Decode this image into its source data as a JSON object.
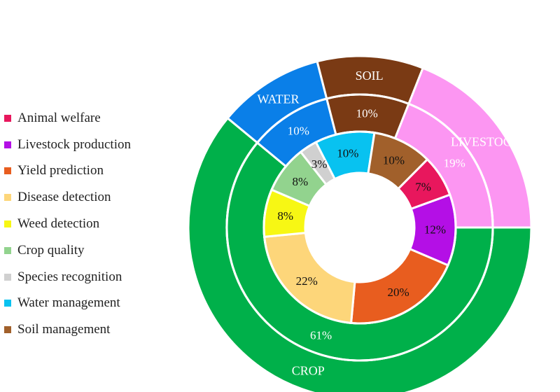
{
  "chart_data": {
    "type": "pie",
    "subtype": "multi-level donut (sunburst)",
    "legend_position": "left",
    "legend": [
      {
        "label": "Animal welfare",
        "color": "#e8175d"
      },
      {
        "label": "Livestock production",
        "color": "#b40fe6"
      },
      {
        "label": "Yield prediction",
        "color": "#e85d1f"
      },
      {
        "label": "Disease detection",
        "color": "#fdd67a"
      },
      {
        "label": "Weed detection",
        "color": "#f7f714"
      },
      {
        "label": "Crop quality",
        "color": "#92d38e"
      },
      {
        "label": "Species recognition",
        "color": "#d0d0d0"
      },
      {
        "label": "Water management",
        "color": "#08c2f0"
      },
      {
        "label": "Soil management",
        "color": "#a1602b"
      }
    ],
    "inner_ring": [
      {
        "name": "Livestock production",
        "value": 12,
        "label": "12%",
        "color": "#b40fe6"
      },
      {
        "name": "Yield prediction",
        "value": 20,
        "label": "20%",
        "color": "#e85d1f"
      },
      {
        "name": "Disease detection",
        "value": 22,
        "label": "22%",
        "color": "#fdd67a"
      },
      {
        "name": "Weed detection",
        "value": 8,
        "label": "8%",
        "color": "#f7f714"
      },
      {
        "name": "Crop quality",
        "value": 8,
        "label": "8%",
        "color": "#92d38e"
      },
      {
        "name": "Species recognition",
        "value": 3,
        "label": "3%",
        "color": "#d0d0d0"
      },
      {
        "name": "Water management",
        "value": 10,
        "label": "10%",
        "color": "#08c2f0"
      },
      {
        "name": "Soil management",
        "value": 10,
        "label": "10%",
        "color": "#a1602b"
      },
      {
        "name": "Animal welfare",
        "value": 7,
        "label": "7%",
        "color": "#e8175d"
      }
    ],
    "middle_ring": [
      {
        "name": "CROP",
        "value": 61,
        "label": "61%",
        "color": "#00b04a"
      },
      {
        "name": "WATER",
        "value": 10,
        "label": "10%",
        "color": "#0a7fe8"
      },
      {
        "name": "SOIL",
        "value": 10,
        "label": "10%",
        "color": "#7a3a14"
      },
      {
        "name": "LIVESTOCK",
        "value": 19,
        "label": "19%",
        "color": "#fc96f2"
      }
    ],
    "outer_ring": [
      {
        "name": "CROP",
        "value": 61,
        "label": "CROP",
        "color": "#00b04a"
      },
      {
        "name": "WATER",
        "value": 10,
        "label": "WATER",
        "color": "#0a7fe8"
      },
      {
        "name": "SOIL",
        "value": 10,
        "label": "SOIL",
        "color": "#7a3a14"
      },
      {
        "name": "LIVESTOCK",
        "value": 19,
        "label": "LIVESTOCK",
        "color": "#fc96f2"
      }
    ]
  }
}
